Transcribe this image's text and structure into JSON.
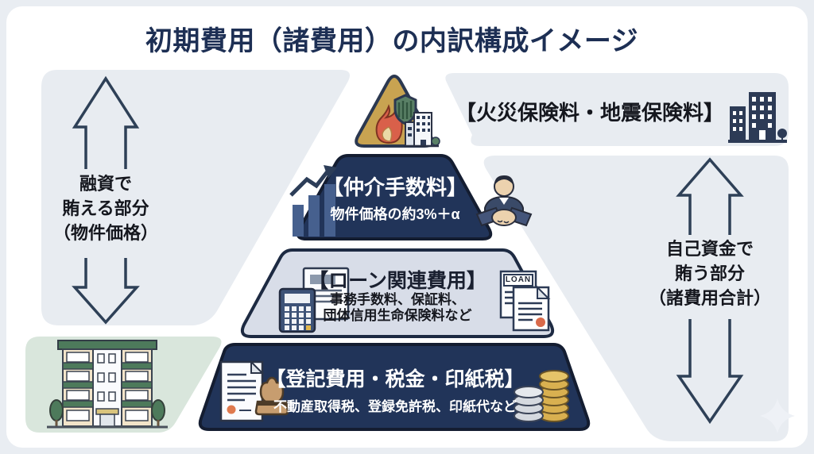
{
  "title": "初期費用（諸費用）の内訳構成イメージ",
  "palette": {
    "navy": "#213459",
    "gold": "#c8a351",
    "panel_gray": "#e8ecf1",
    "panel_green": "#d9e6dc",
    "level_light": "#d8dde8",
    "page_bg": "#e9edf2",
    "title_navy": "#1d2f54",
    "accent_red": "#d9604a"
  },
  "pyramid": {
    "level1_insurance": {
      "label": "【火災保険料・地震保険料】",
      "icons": [
        "flame-icon",
        "shield-icon",
        "building-icon",
        "city-building-icon"
      ]
    },
    "level2_brokerage": {
      "title": "【仲介手数料】",
      "subtitle": "物件価格の約3%＋α",
      "icons": [
        "growth-chart-icon",
        "businessman-handshake-icon"
      ]
    },
    "level3_loan": {
      "title": "【ローン関連費用】",
      "subtitle_lines": [
        "事務手数料、保証料、",
        "団体信用生命保険料など"
      ],
      "loan_doc_label": "LOAN",
      "icons": [
        "calculator-document-icon",
        "loan-document-icon"
      ]
    },
    "level4_registration": {
      "title": "【登記費用・税金・印紙税】",
      "subtitle": "不動産取得税、登録免許税、印紙代など",
      "icons": [
        "stamp-document-icon",
        "coins-icon"
      ]
    }
  },
  "left_annotation": {
    "lines": [
      "融資で",
      "賄える部分",
      "（物件価格）"
    ]
  },
  "right_annotation": {
    "lines": [
      "自己資金で",
      "賄う部分",
      "（諸費用合計）"
    ]
  }
}
